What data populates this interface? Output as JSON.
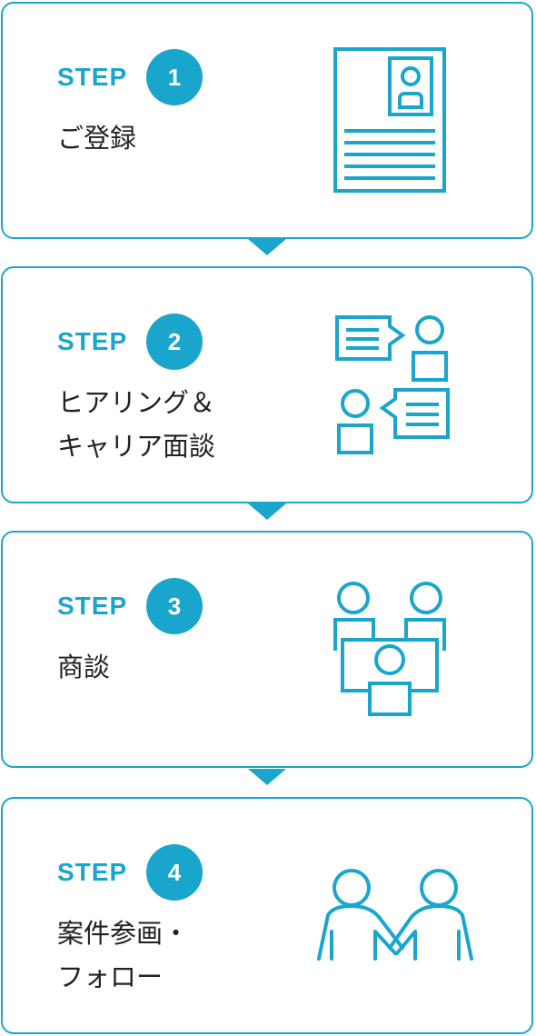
{
  "accent_color": "#1aa6cc",
  "steps": [
    {
      "label": "STEP",
      "number": "1",
      "title_lines": [
        "ご登録"
      ],
      "icon": "resume-icon"
    },
    {
      "label": "STEP",
      "number": "2",
      "title_lines": [
        "ヒアリング＆",
        "キャリア面談"
      ],
      "icon": "conversation-icon"
    },
    {
      "label": "STEP",
      "number": "3",
      "title_lines": [
        "商談"
      ],
      "icon": "meeting-icon"
    },
    {
      "label": "STEP",
      "number": "4",
      "title_lines": [
        "案件参画・",
        "フォロー"
      ],
      "icon": "handshake-icon"
    }
  ]
}
